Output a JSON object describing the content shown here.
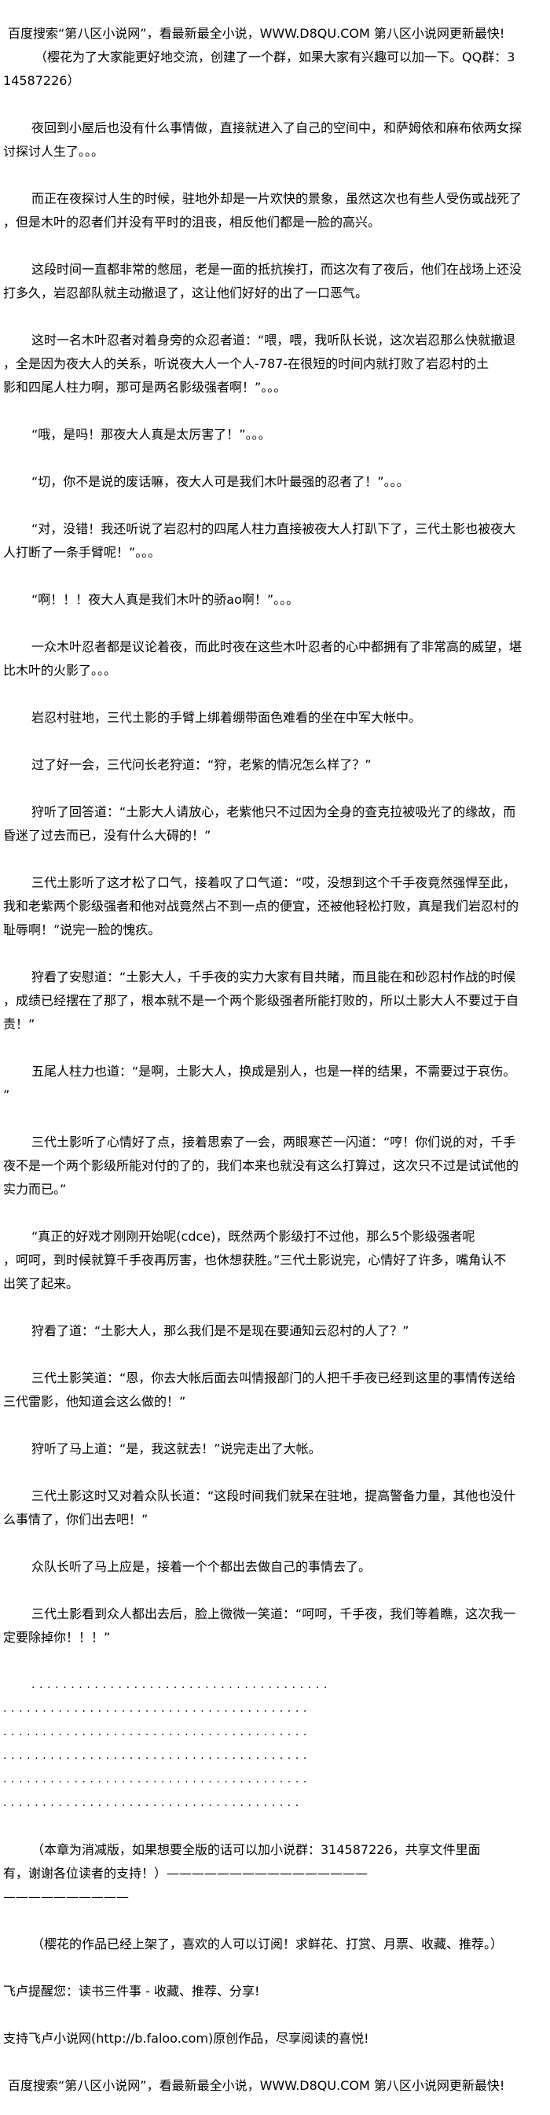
{
  "header": {
    "lines": [
      "百度搜索“第八区小说网”，看最新最全小说，WWW.D8QU.COM   第八区小说网更新最快!",
      "（樱花为了大家能更好地交流，创建了一个群，如果大家有兴趣可以加一下。QQ群：3",
      "14587226）"
    ]
  },
  "paragraphs": [
    {
      "indent": true,
      "lines": [
        "夜回到小屋后也没有什么事情做，直接就进入了自己的空间中，和萨姆依和麻布依两女探",
        "讨探讨人生了。。。"
      ]
    },
    {
      "indent": true,
      "lines": [
        "而正在夜探讨人生的时候，驻地外却是一片欢快的景象，虽然这次也有些人受伤或战死了",
        "，但是木叶的忍者们并没有平时的沮丧，相反他们都是一脸的高兴。"
      ]
    },
    {
      "indent": true,
      "lines": [
        "这段时间一直都非常的憋屈，老是一面的抵抗挨打，而这次有了夜后，他们在战场上还没",
        "打多久，岩忍部队就主动撤退了，这让他们好好的出了一口恶气。"
      ]
    },
    {
      "indent": true,
      "lines": [
        "这时一名木叶忍者对着身旁的众忍者道：“喂，喂，我听队长说，这次岩忍那么快就撤退",
        "，全是因为夜大人的关系，听说夜大人一个人-787-在很短的时间内就打败了岩忍村的土",
        "影和四尾人柱力啊，那可是两名影级强者啊！”。。。"
      ]
    },
    {
      "indent": true,
      "lines": [
        "“哦，是吗！那夜大人真是太厉害了！”。。。"
      ]
    },
    {
      "indent": true,
      "lines": [
        "“切，你不是说的废话嘛，夜大人可是我们木叶最强的忍者了！”。。。"
      ]
    },
    {
      "indent": true,
      "lines": [
        "“对，没错！我还听说了岩忍村的四尾人柱力直接被夜大人打趴下了，三代土影也被夜大",
        "人打断了一条手臂呢！”。。。"
      ]
    },
    {
      "indent": true,
      "lines": [
        "“啊！！！夜大人真是我们木叶的骄ao啊！”。。。"
      ]
    },
    {
      "indent": true,
      "lines": [
        "一众木叶忍者都是议论着夜，而此时夜在这些木叶忍者的心中都拥有了非常高的威望，堪",
        "比木叶的火影了。。。"
      ]
    },
    {
      "indent": true,
      "lines": [
        "岩忍村驻地，三代土影的手臂上绑着绷带面色难看的坐在中军大帐中。"
      ]
    },
    {
      "indent": true,
      "lines": [
        "过了好一会，三代问长老狩道：“狩，老紫的情况怎么样了？”"
      ]
    },
    {
      "indent": true,
      "lines": [
        "狩听了回答道：“土影大人请放心，老紫他只不过因为全身的查克拉被吸光了的缘故，而",
        "昏迷了过去而已，没有什么大碍的！”"
      ]
    },
    {
      "indent": true,
      "lines": [
        "三代土影听了这才松了口气，接着叹了口气道：“哎，没想到这个千手夜竟然强悍至此，",
        "我和老紫两个影级强者和他对战竟然占不到一点的便宜，还被他轻松打败，真是我们岩忍村的",
        "耻辱啊！”说完一脸的愧疚。"
      ]
    },
    {
      "indent": true,
      "lines": [
        "狩看了安慰道：“土影大人，千手夜的实力大家有目共睹，而且能在和砂忍村作战的时候",
        "，成绩已经摆在了那了，根本就不是一个两个影级强者所能打败的，所以土影大人不要过于自",
        "责！”"
      ]
    },
    {
      "indent": true,
      "lines": [
        "五尾人柱力也道：“是啊，土影大人，换成是别人，也是一样的结果，不需要过于哀伤。",
        "”"
      ]
    },
    {
      "indent": true,
      "lines": [
        "三代土影听了心情好了点，接着思索了一会，两眼寒芒一闪道：“哼！你们说的对，千手",
        "夜不是一个两个影级所能对付的了的，我们本来也就没有这么打算过，这次只不过是试试他的",
        "实力而已。”"
      ]
    },
    {
      "indent": true,
      "lines": [
        "“真正的好戏才刚刚开始呢(cdce)，既然两个影级打不过他，那么5个影级强者呢",
        "，呵呵，到时候就算千手夜再厉害，也休想获胜。”三代土影说完，心情好了许多，嘴角认不",
        "出笑了起来。"
      ]
    },
    {
      "indent": true,
      "lines": [
        "狩看了道：“土影大人，那么我们是不是现在要通知云忍村的人了？”"
      ]
    },
    {
      "indent": true,
      "lines": [
        "三代土影笑道：“恩，你去大帐后面去叫情报部门的人把千手夜已经到这里的事情传送给",
        "三代雷影，他知道会这么做的！”"
      ]
    },
    {
      "indent": true,
      "lines": [
        "狩听了马上道：“是，我这就去！”说完走出了大帐。"
      ]
    },
    {
      "indent": true,
      "lines": [
        "三代土影这时又对着众队长道：“这段时间我们就呆在驻地，提高警备力量，其他也没什",
        "么事情了，你们出去吧！”"
      ]
    },
    {
      "indent": true,
      "lines": [
        "众队长听了马上应是，接着一个个都出去做自己的事情去了。"
      ]
    },
    {
      "indent": true,
      "lines": [
        "三代土影看到众人都出去后，脸上微微一笑道：“呵呵，千手夜，我们等着瞧，这次我一",
        "定要除掉你！！！”"
      ]
    },
    {
      "indent": true,
      "dots": true,
      "lines": [
        "......................................",
        ".......................................",
        ".......................................",
        ".......................................",
        ".......................................",
        "......................................"
      ]
    },
    {
      "indent": true,
      "lines": [
        "（本章为消减版，如果想要全版的话可以加小说群：314587226，共享文件里面",
        "有，谢谢各位读者的支持！）————————————————",
        "——————————"
      ]
    },
    {
      "indent": true,
      "lines": [
        "（樱花的作品已经上架了，喜欢的人可以订阅！求鲜花、打赏、月票、收藏、推荐。）"
      ]
    },
    {
      "indent": false,
      "lines": [
        "飞卢提醒您：读书三件事 - 收藏、推荐、分享!"
      ]
    },
    {
      "indent": false,
      "lines": [
        "支持飞卢小说网(http://b.faloo.com)原创作品，尽享阅读的喜悦!"
      ]
    }
  ],
  "footer": {
    "line": "百度搜索“第八区小说网”，看最新最全小说，WWW.D8QU.COM   第八区小说网更新最快!"
  }
}
